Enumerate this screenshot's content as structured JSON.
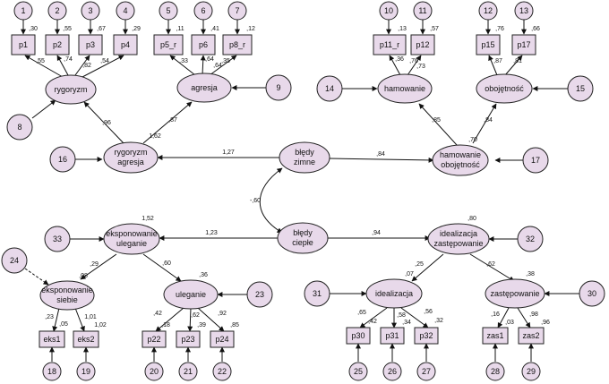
{
  "latent": {
    "rygoryzm": "rygoryzm",
    "agresja": "agresja",
    "rygoryzm_agresja_1": "rygoryzm",
    "rygoryzm_agresja_2": "agresja",
    "bledy_zimne_1": "błędy",
    "bledy_zimne_2": "zimne",
    "hamowanie": "hamowanie",
    "obojetnosc": "obojętność",
    "hamowanie_obojetnosc_1": "hamowanie",
    "hamowanie_obojetnosc_2": "obojętność",
    "eksponowanie_uleganie_1": "eksponowanie",
    "eksponowanie_uleganie_2": "uleganie",
    "bledy_cieple_1": "błędy",
    "bledy_cieple_2": "ciepłe",
    "idealizacja_zastepowanie_1": "idealizacja",
    "idealizacja_zastepowanie_2": "zastępowanie",
    "eksponowanie_siebie_1": "eksponowanie",
    "eksponowanie_siebie_2": "siebie",
    "uleganie": "uleganie",
    "idealizacja": "idealizacja",
    "zastepowanie": "zastępowanie"
  },
  "observed": {
    "p1": "p1",
    "p2": "p2",
    "p3": "p3",
    "p4": "p4",
    "p5_r": "p5_r",
    "p6": "p6",
    "p8_r": "p8_r",
    "p11_r": "p11_r",
    "p12": "p12",
    "p15": "p15",
    "p17": "p17",
    "eks1": "eks1",
    "eks2": "eks2",
    "p22": "p22",
    "p23": "p23",
    "p24": "p24",
    "p30": "p30",
    "p31": "p31",
    "p32": "p32",
    "zas1": "zas1",
    "zas2": "zas2"
  },
  "errors": {
    "e1": "1",
    "e2": "2",
    "e3": "3",
    "e4": "4",
    "e5": "5",
    "e6": "6",
    "e7": "7",
    "e8": "8",
    "e9": "9",
    "e10": "10",
    "e11": "11",
    "e12": "12",
    "e13": "13",
    "e14": "14",
    "e15": "15",
    "e16": "16",
    "e17": "17",
    "e18": "18",
    "e19": "19",
    "e20": "20",
    "e21": "21",
    "e22": "22",
    "e23": "23",
    "e24": "24",
    "e25": "25",
    "e26": "26",
    "e27": "27",
    "e28": "28",
    "e29": "29",
    "e30": "30",
    "e31": "31",
    "e32": "32",
    "e33": "33"
  },
  "coefficients": {
    "r2_p1": ",30",
    "r2_p2": ",55",
    "r2_p3": ",67",
    "r2_p4": ",29",
    "r2_p5": ",11",
    "r2_p6": ",41",
    "r2_p8": ",12",
    "r2_p11": ",13",
    "r2_p12": ",57",
    "r2_p15": ",76",
    "r2_p17": ",66",
    "l_p1": ",55",
    "l_p2": ",74",
    "l_p3": ",82",
    "l_p4": ",54",
    "l_p5": ",33",
    "l_p6": ",64",
    "l_p8": ",35",
    "l_p11": ",36",
    "l_p12": ",76",
    "l_p12b": ",73",
    "l_p15": ",87",
    "l_p17": ",81",
    "rygoryzm_to_ra": ",96",
    "agresja_to_ra": ",87",
    "r2_ra": "1,62",
    "hamowanie_to_ho": ",85",
    "obojetnosc_to_ho": ",84",
    "r2_ho": ",70",
    "zimne_to_ra": "1,27",
    "zimne_to_ho": ",84",
    "corr_zimne_cieple": "-,60",
    "r2_eu": "1,52",
    "cieple_to_eu": "1,23",
    "r2_iz": ",80",
    "cieple_to_iz": ",94",
    "eu_to_es": ",29",
    "r2_es": ",08",
    "eu_to_ul": ",60",
    "r2_ul": ",36",
    "iz_to_id": ",25",
    "r2_id": ",07",
    "iz_to_za": ",62",
    "r2_za": ",38",
    "r2_eks1": ",05",
    "l_eks1": ",23",
    "r2_eks2": "1,02",
    "l_eks2": "1,01",
    "r2_p22": ",18",
    "l_p22": ",42",
    "r2_p23": ",39",
    "l_p23": ",62",
    "r2_p24": ",85",
    "l_p24": ",92",
    "r2_p30": ",42",
    "l_p30": ",65",
    "r2_p31": ",34",
    "l_p31": ",58",
    "r2_p32": ",32",
    "l_p32": ",56",
    "r2_zas1": ",03",
    "l_zas1": ",16",
    "r2_zas2": ",96",
    "l_zas2": ",98"
  }
}
